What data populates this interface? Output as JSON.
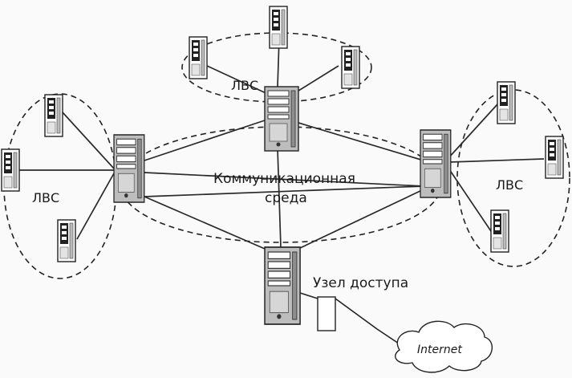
{
  "labels": {
    "comm_line1": "Коммуникационная",
    "comm_line2": "среда",
    "lan_top": "ЛВС",
    "lan_left": "ЛВС",
    "lan_right": "ЛВС",
    "access_node": "Узел доступа",
    "internet": "Internet"
  },
  "icons": {
    "server": "server-tower-icon",
    "workstation": "workstation-icon",
    "modem": "modem-icon",
    "cloud": "cloud-icon"
  },
  "colors": {
    "line": "#2a2a2a",
    "background": "#fafafa"
  }
}
